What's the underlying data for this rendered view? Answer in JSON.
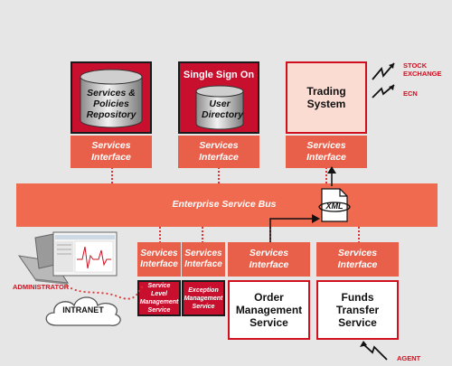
{
  "top_boxes": {
    "repository": "Services & Policies Repository",
    "sso_title": "Single Sign On",
    "user_directory": "User Directory",
    "trading": "Trading System"
  },
  "services_interface": "Services Interface",
  "bus": "Enterprise Service Bus",
  "xml": "XML",
  "external": {
    "stock_exchange": "STOCK EXCHANGE",
    "ecn": "ECN",
    "agent": "AGENT"
  },
  "left": {
    "administrator": "ADMINISTRATOR",
    "intranet": "INTRANET"
  },
  "bottom": {
    "slm": "Service Level Management Service",
    "ems": "Exception Management Service",
    "order": "Order Management Service",
    "funds": "Funds Transfer Service"
  },
  "colors": {
    "brand_red": "#c8102e",
    "interface_coral": "#e8604a",
    "bus_coral": "#ef6a4f",
    "background": "#e6e6e6"
  }
}
